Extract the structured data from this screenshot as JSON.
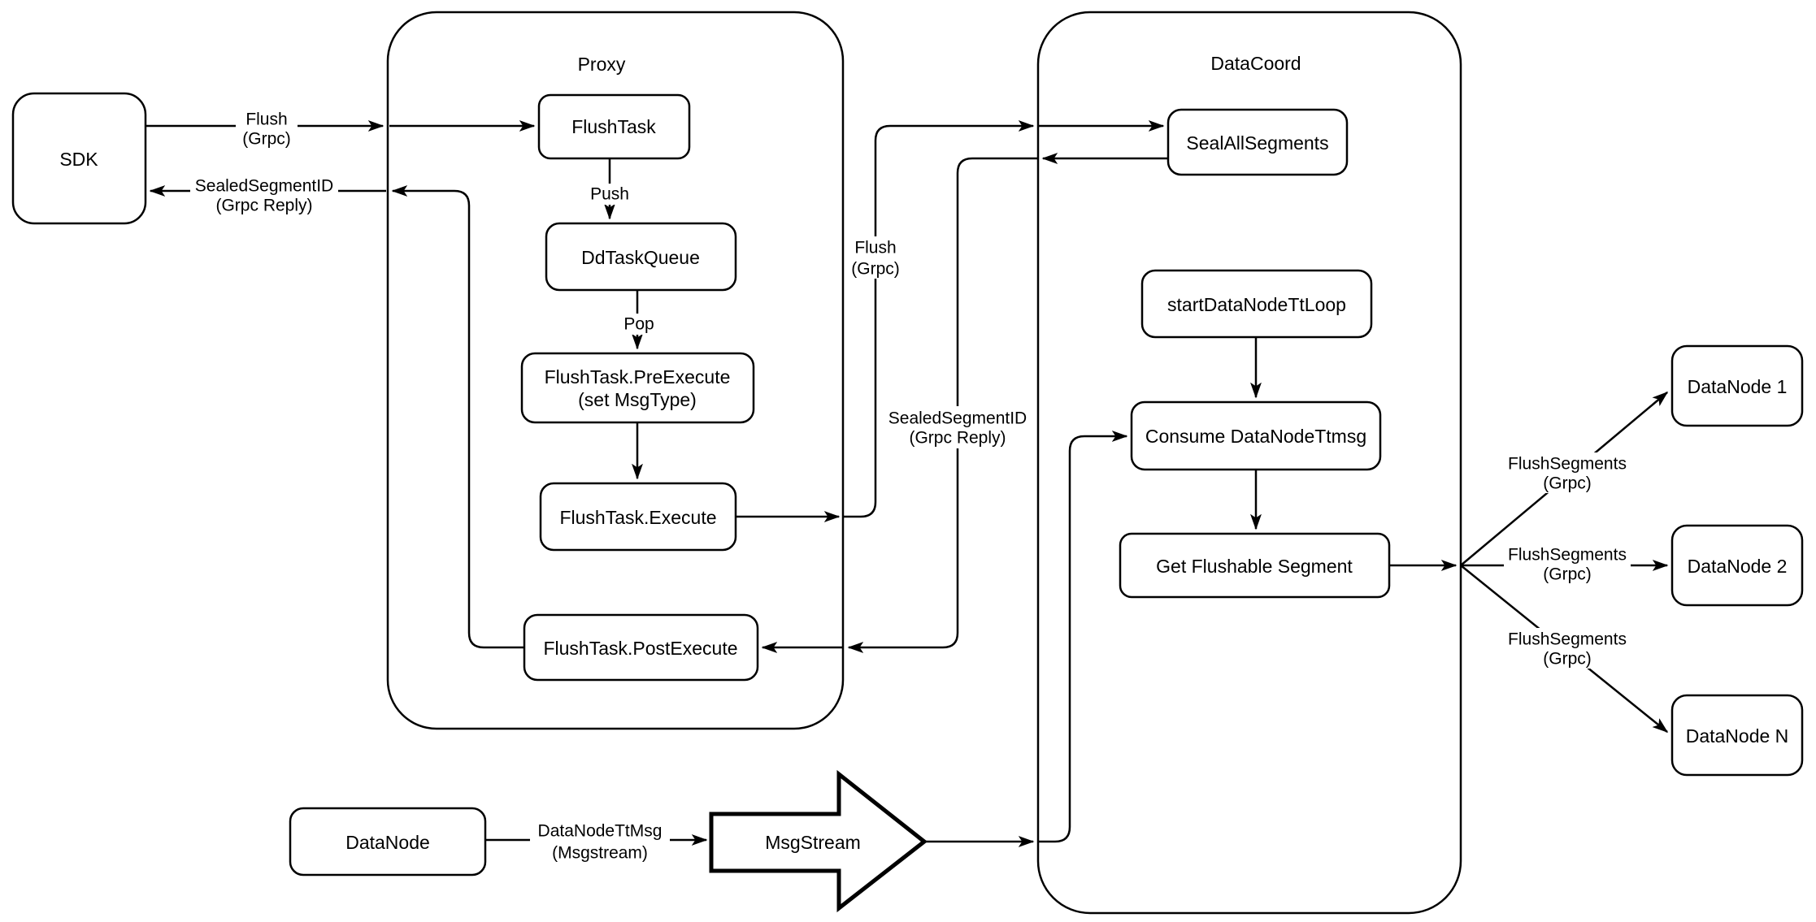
{
  "diagram": {
    "background_color": "#ffffff",
    "line_color": "#000000",
    "containers": {
      "proxy": {
        "title": "Proxy"
      },
      "datacoord": {
        "title": "DataCoord"
      }
    },
    "nodes": {
      "sdk": {
        "label": "SDK"
      },
      "flush_task": {
        "label": "FlushTask"
      },
      "dd_task_queue": {
        "label": "DdTaskQueue"
      },
      "pre_execute": {
        "line1": "FlushTask.PreExecute",
        "line2": "(set MsgType)"
      },
      "execute": {
        "label": "FlushTask.Execute"
      },
      "post_execute": {
        "label": "FlushTask.PostExecute"
      },
      "seal_all_segments": {
        "label": "SealAllSegments"
      },
      "start_data_node_tt_loop": {
        "label": "startDataNodeTtLoop"
      },
      "consume_data_node_ttmsg": {
        "label": "Consume DataNodeTtmsg"
      },
      "get_flushable_segment": {
        "label": "Get Flushable Segment"
      },
      "data_node_1": {
        "label": "DataNode 1"
      },
      "data_node_2": {
        "label": "DataNode 2"
      },
      "data_node_n": {
        "label": "DataNode N"
      },
      "data_node": {
        "label": "DataNode"
      },
      "msg_stream": {
        "label": "MsgStream"
      }
    },
    "edge_labels": {
      "sdk_flush": {
        "line1": "Flush",
        "line2": "(Grpc)"
      },
      "sdk_reply": {
        "line1": "SealedSegmentID",
        "line2": "(Grpc Reply)"
      },
      "push": {
        "label": "Push"
      },
      "pop": {
        "label": "Pop"
      },
      "proxy_to_datacoord_flush": {
        "line1": "Flush",
        "line2": "(Grpc)"
      },
      "datacoord_to_proxy_reply": {
        "line1": "SealedSegmentID",
        "line2": "(Grpc Reply)"
      },
      "data_node_tt_msg": {
        "line1": "DataNodeTtMsg",
        "line2": "(Msgstream)"
      },
      "flush_segments_1": {
        "line1": "FlushSegments",
        "line2": "(Grpc)"
      },
      "flush_segments_2": {
        "line1": "FlushSegments",
        "line2": "(Grpc)"
      },
      "flush_segments_3": {
        "line1": "FlushSegments",
        "line2": "(Grpc)"
      }
    }
  }
}
